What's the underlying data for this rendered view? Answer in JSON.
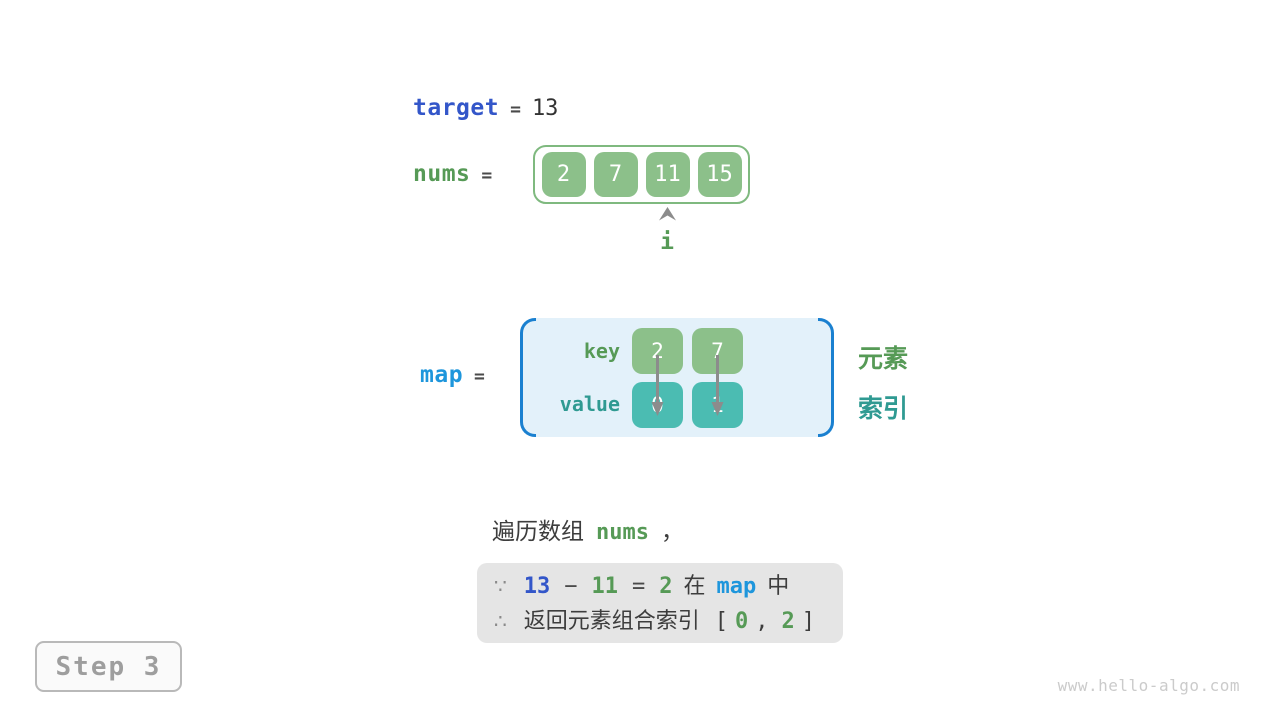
{
  "colors": {
    "royal_blue": "#3356c9",
    "azure_blue": "#1e96dc",
    "bracket_blue": "#1a80d0",
    "green_text": "#569a56",
    "green_box": "#8cc08a",
    "green_border": "#7fb97f",
    "teal_text": "#2f9a92",
    "teal_box": "#4bbcb2",
    "map_background": "#e3f1fa",
    "note_background": "#e5e5e5",
    "dark_text": "#3d3d3d",
    "gray_arrow": "#8c8c8c"
  },
  "target_line": {
    "var": "target",
    "eq": "=",
    "value": "13"
  },
  "nums_line": {
    "var": "nums",
    "eq": "="
  },
  "nums_array": {
    "values": [
      "2",
      "7",
      "11",
      "15"
    ],
    "pointer": {
      "label": "i",
      "index": 2
    }
  },
  "map_line": {
    "var": "map",
    "eq": "="
  },
  "map_table": {
    "key_label": "key",
    "value_label": "value",
    "entries": [
      {
        "key": "2",
        "value": "0"
      },
      {
        "key": "7",
        "value": "1"
      }
    ],
    "row_labels": {
      "key_row": "元素",
      "value_row": "索引"
    }
  },
  "caption": {
    "prefix": "遍历数组",
    "var": "nums",
    "suffix": "，"
  },
  "note": {
    "line1": {
      "because": "∵",
      "minuend": "13",
      "minus": "−",
      "subtrahend": "11",
      "eq": "=",
      "difference": "2",
      "in_prefix": "在",
      "var": "map",
      "in_suffix": "中"
    },
    "line2": {
      "therefore": "∴",
      "text": "返回元素组合索引",
      "open_bracket": "[",
      "index1": "0",
      "comma": ",",
      "index2": "2",
      "close_bracket": "]"
    }
  },
  "step_badge": {
    "label": "Step 3"
  },
  "watermark": {
    "text": "www.hello-algo.com"
  }
}
